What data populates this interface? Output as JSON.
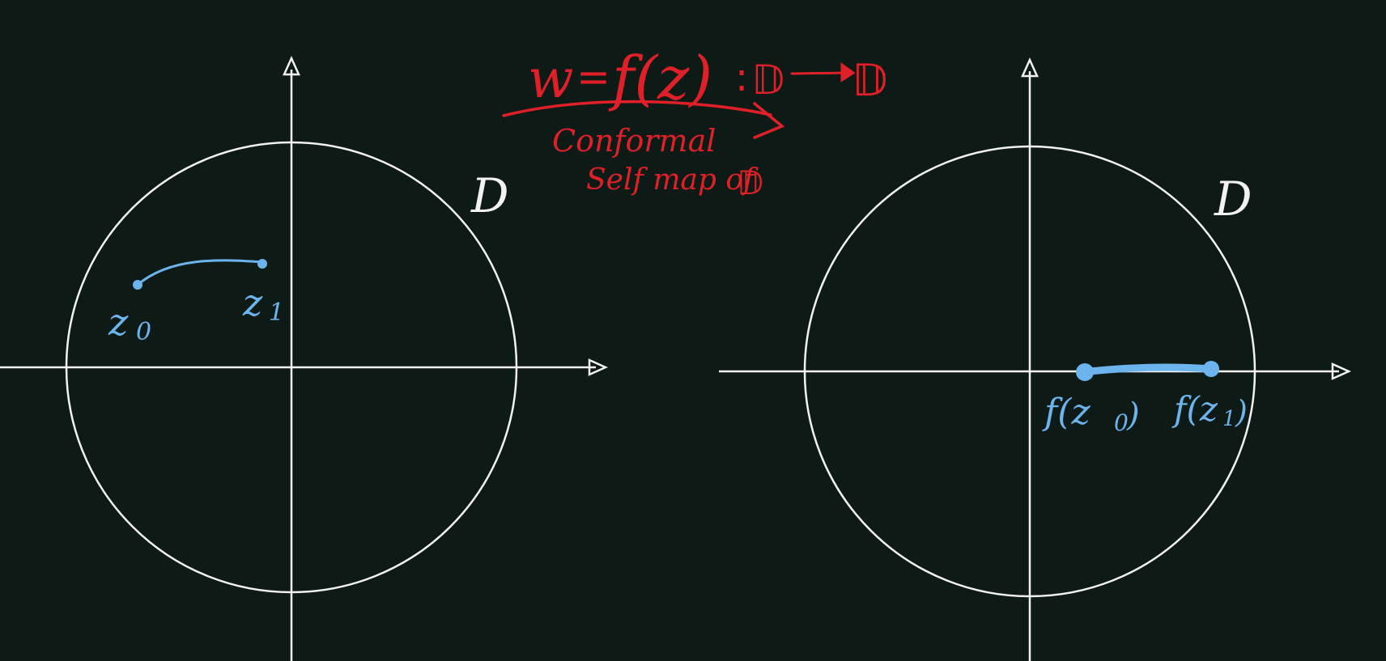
{
  "colors": {
    "background": "#0e1a16",
    "chalk": "#f2f2f2",
    "accent_red": "#e02028",
    "accent_blue": "#6cb4ee"
  },
  "heading": {
    "formula_w": "w",
    "formula_eq": "=",
    "formula_fz": "f(z)",
    "formula_colon": ":",
    "formula_domain": "𝔻",
    "formula_codomain": "𝔻",
    "note_line1": "Conformal",
    "note_line2": "Self map of",
    "note_domain": "𝔻"
  },
  "left_plane": {
    "disk_label": "D",
    "point_a_label": "z",
    "point_a_sub": "0",
    "point_b_label": "z",
    "point_b_sub": "1"
  },
  "right_plane": {
    "disk_label": "D",
    "image_a_label": "f(z",
    "image_a_sub": "0",
    "image_a_close": ")",
    "image_b_label": "f(z",
    "image_b_sub": "1",
    "image_b_close": ")"
  }
}
